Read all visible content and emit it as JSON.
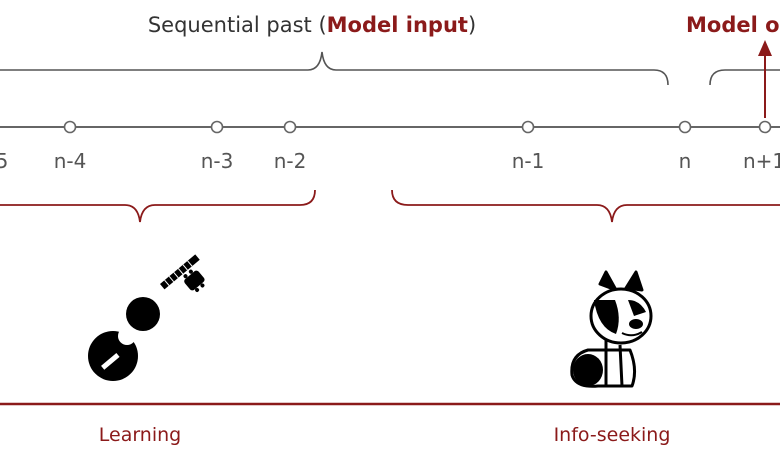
{
  "header": {
    "past_prefix": "Sequential past (",
    "past_highlight": "Model input",
    "past_suffix": ")",
    "output_label": "Model o"
  },
  "timeline": {
    "ticks": [
      "5",
      "n-4",
      "n-3",
      "n-2",
      "n-1",
      "n",
      "n+1"
    ]
  },
  "segments": {
    "learning": "Learning",
    "info_seeking": "Info-seeking"
  },
  "icons": {
    "learning_icon": "guitar-icon",
    "info_seeking_icon": "french-bulldog-icon"
  },
  "colors": {
    "accent": "#8b1a1a",
    "line": "#666666",
    "brace_gray": "#555555"
  }
}
